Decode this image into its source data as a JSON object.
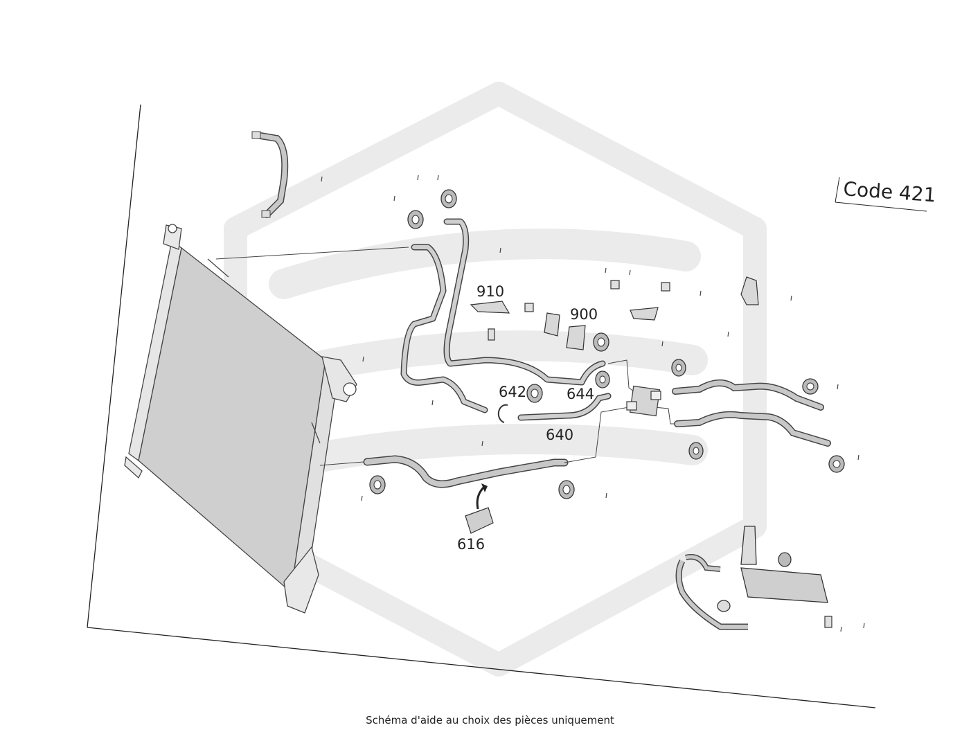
{
  "code_label": "Code 421",
  "caption": "Schéma d'aide au choix des pièces uniquement",
  "part_labels": {
    "p910": "910",
    "p900": "900",
    "p642": "642",
    "p644": "644",
    "p640": "640",
    "p616": "616"
  },
  "colors": {
    "line": "#333333",
    "hose_fill": "#c8c8c8",
    "radiator_core": "#cfcfcf",
    "watermark": "#ececec"
  }
}
